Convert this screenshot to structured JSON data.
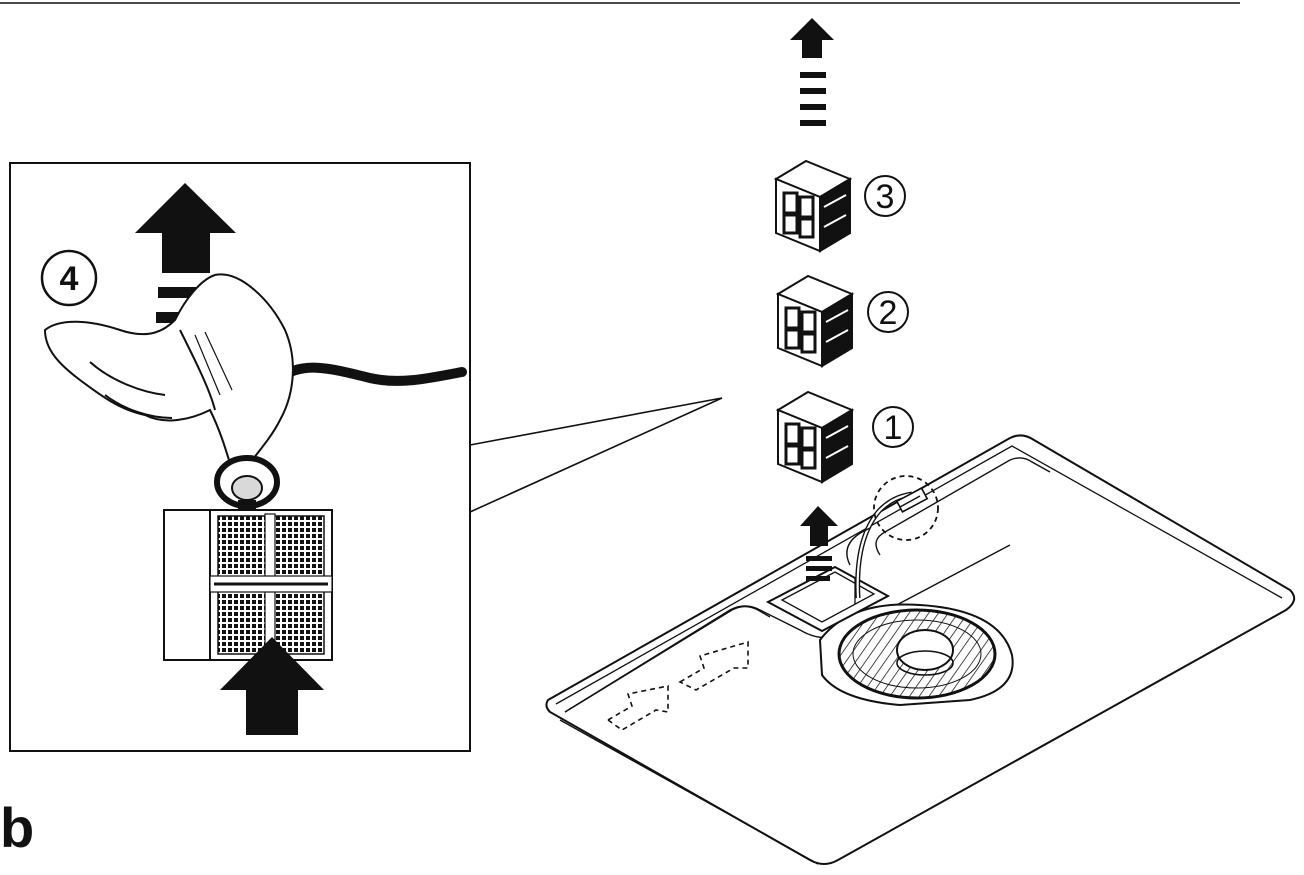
{
  "figure": {
    "label": "b",
    "colors": {
      "ink": "#111111",
      "light_fill": "#ffffff",
      "grey_fill": "#d9d9d9"
    }
  },
  "callouts": [
    {
      "id": "filter-1",
      "label": "1"
    },
    {
      "id": "filter-2",
      "label": "2"
    },
    {
      "id": "filter-3",
      "label": "3"
    },
    {
      "id": "detail-step",
      "label": "4"
    }
  ],
  "icons": {
    "arrow": "arrow-up-icon",
    "filter": "filter-cartridge-icon",
    "hand": "hand-icon",
    "fan": "fan-icon"
  }
}
